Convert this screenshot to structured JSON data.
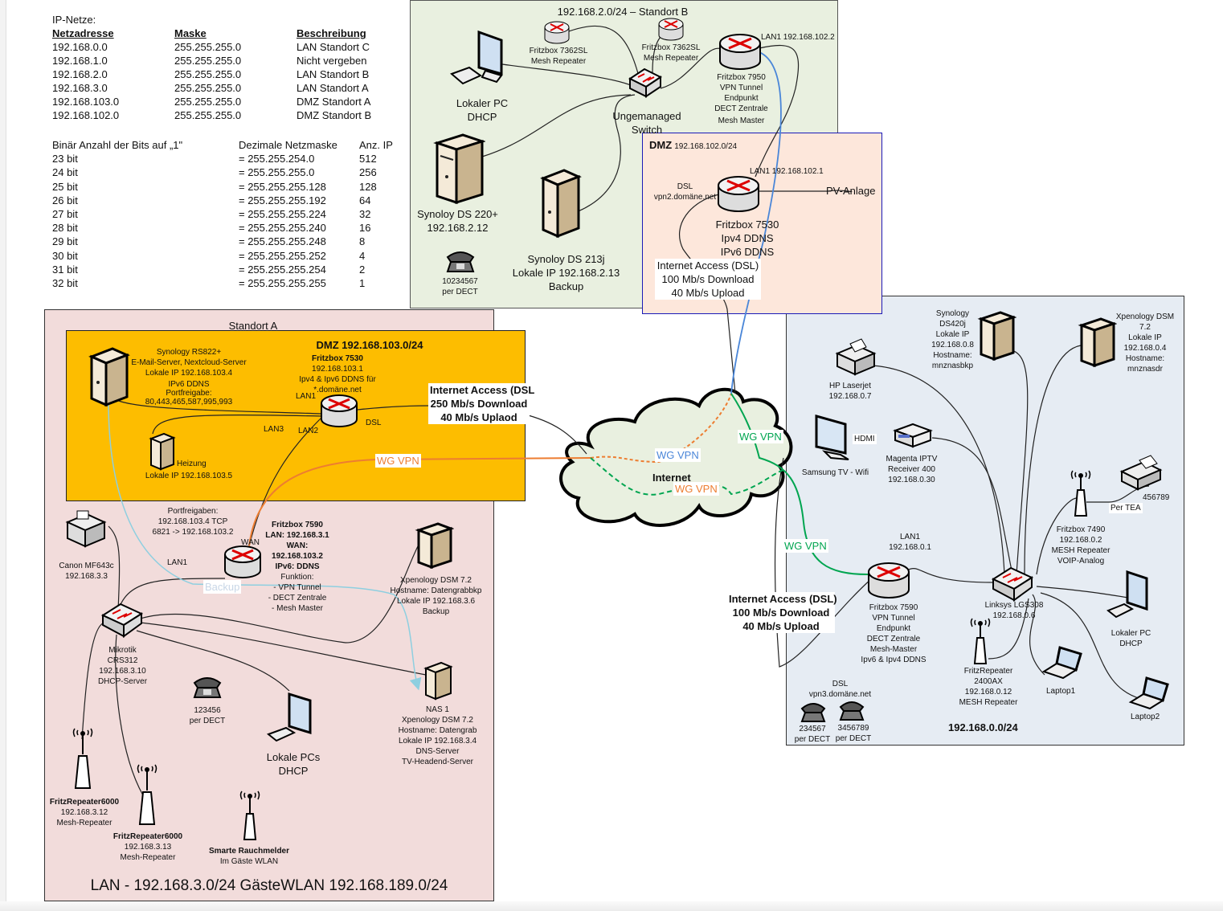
{
  "ip_table": {
    "title": "IP-Netze:",
    "headers": [
      "Netzadresse",
      "Maske",
      "Beschreibung"
    ],
    "rows": [
      [
        "192.168.0.0",
        "255.255.255.0",
        "LAN Standort C"
      ],
      [
        "192.168.1.0",
        "255.255.255.0",
        "Nicht vergeben"
      ],
      [
        "192.168.2.0",
        "255.255.255.0",
        "LAN Standort B"
      ],
      [
        "192.168.3.0",
        "255.255.255.0",
        "LAN Standort A"
      ],
      [
        "192.168.103.0",
        "255.255.255.0",
        "DMZ Standort A"
      ],
      [
        "192.168.102.0",
        "255.255.255.0",
        "DMZ Standort B"
      ]
    ]
  },
  "bits_table": {
    "headers": [
      "Binär Anzahl der Bits auf „1\"",
      "Dezimale Netzmaske",
      "Anz. IP"
    ],
    "rows": [
      [
        "23 bit",
        "= 255.255.254.0",
        "512"
      ],
      [
        "24 bit",
        "= 255.255.255.0",
        "256"
      ],
      [
        "25 bit",
        "= 255.255.255.128",
        "128"
      ],
      [
        "26 bit",
        "= 255.255.255.192",
        "64"
      ],
      [
        "27 bit",
        "= 255.255.255.224",
        "32"
      ],
      [
        "28 bit",
        "= 255.255.255.240",
        "16"
      ],
      [
        "29 bit",
        "= 255.255.255.248",
        "8"
      ],
      [
        "30 bit",
        "= 255.255.255.252",
        "4"
      ],
      [
        "31 bit",
        "= 255.255.255.254",
        "2"
      ],
      [
        "32 bit",
        "= 255.255.255.255",
        "1"
      ]
    ]
  },
  "standort_b": {
    "title": "192.168.2.0/24 – Standort B",
    "repeater1": [
      "Fritzbox 7362SL",
      "Mesh Repeater"
    ],
    "repeater2": [
      "Fritzbox 7362SL",
      "Mesh Repeater"
    ],
    "router": [
      "Fritzbox 7950",
      "VPN Tunnel",
      "Endpunkt",
      "DECT Zentrale",
      "Mesh Master"
    ],
    "router_lan": "LAN1 192.168.102.2",
    "pc": [
      "Lokaler PC",
      "DHCP"
    ],
    "switch": [
      "Ungemanaged",
      "Switch"
    ],
    "nas1": [
      "Synoloy DS 220+",
      "192.168.2.12"
    ],
    "nas2": [
      "Synoloy DS 213j",
      "Lokale IP 192.168.2.13",
      "Backup"
    ],
    "phone": [
      "10234567",
      "per DECT"
    ]
  },
  "dmz_b": {
    "title": "DMZ",
    "subnet": "192.168.102.0/24",
    "lan": "LAN1 192.168.102.1",
    "dsl": [
      "DSL",
      "vpn2.domäne.net"
    ],
    "pv": "PV-Anlage",
    "router": [
      "Fritzbox 7530",
      "Ipv4 DDNS",
      "IPv6 DDNS"
    ],
    "internet": [
      "Internet Access (DSL)",
      "100 Mb/s Download",
      "40 Mb/s Upload"
    ]
  },
  "standort_a": {
    "title": "Standort A",
    "footer": "LAN - 192.168.3.0/24 GästeWLAN 192.168.189.0/24",
    "dmz_title": "DMZ 192.168.103.0/24",
    "dmz_router": [
      "Fritzbox 7530",
      "192.168.103.1",
      "Ipv4 & Ipv6 DDNS für",
      "*.domäne.net"
    ],
    "rs822": [
      "Synology RS822+",
      "E-Mail-Server, Nextcloud-Server",
      "Lokale IP 192.168.103.4"
    ],
    "rs822_ports": [
      "IPv6 DDNS",
      "Portfreigabe:",
      "80,443,465,587,995,993"
    ],
    "heizung": [
      "Heizung",
      "Lokale IP 192.168.103.5"
    ],
    "port_labels": {
      "lan1": "LAN1",
      "lan2": "LAN2",
      "lan3": "LAN3",
      "dsl": "DSL",
      "wan": "WAN",
      "lan1b": "LAN1"
    },
    "internet": [
      "Internet Access (DSL",
      "250 Mb/s Download",
      "40 Mb/s Uplaod"
    ],
    "portfwd": [
      "Portfreigaben:",
      "192.168.103.4 TCP",
      "6821 -> 192.168.103.2"
    ],
    "router7590": [
      "Fritzbox 7590",
      "LAN: 192.168.3.1",
      "WAN:",
      "192.168.103.2",
      "IPv6: DDNS"
    ],
    "router7590_func": [
      "Funktion:",
      "- VPN Tunnel",
      "- DECT Zentrale",
      "- Mesh Master"
    ],
    "backup_label": "Backup",
    "canon": [
      "Canon MF643c",
      "192.168.3.3"
    ],
    "mikrotik": [
      "Mikrotik",
      "CRS312",
      "192.168.3.10",
      "DHCP-Server"
    ],
    "xpen_bkp": [
      "Xpenology DSM 7.2",
      "Hostname: Datengrabbkp",
      "Lokale IP 192.168.3.6",
      "Backup"
    ],
    "nas1": [
      "NAS 1",
      "Xpenology DSM 7.2",
      "Hostname: Datengrab",
      "Lokale IP 192.168.3.4",
      "DNS-Server",
      "TV-Headend-Server"
    ],
    "phone": [
      "123456",
      "per DECT"
    ],
    "pcs": [
      "Lokale PCs",
      "DHCP"
    ],
    "rep1": [
      "FritzRepeater6000",
      "192.168.3.12",
      "Mesh-Repeater"
    ],
    "rep2": [
      "FritzRepeater6000",
      "192.168.3.13",
      "Mesh-Repeater"
    ],
    "smoke": [
      "Smarte Rauchmelder",
      "Im Gäste WLAN"
    ]
  },
  "internet": {
    "label": "Internet",
    "vpn_labels": [
      "WG VPN",
      "WG VPN",
      "WG VPN",
      "WG VPN",
      "WG VPN"
    ]
  },
  "standort_c": {
    "subnet": "192.168.0.0/24",
    "ds420j": [
      "Synology",
      "DS420j",
      "Lokale IP",
      "192.168.0.8",
      "Hostname:",
      "mnznasbkp"
    ],
    "xpen": [
      "Xpenology DSM",
      "7.2",
      "Lokale IP",
      "192.168.0.4",
      "Hostname:",
      "mnznasdr"
    ],
    "hp": [
      "HP Laserjet",
      "192.168.0.7"
    ],
    "tv": "Samsung TV - Wifi",
    "hdmi": "HDMI",
    "iptv": [
      "Magenta IPTV",
      "Receiver 400",
      "192.168.0.30"
    ],
    "fax": "456789",
    "per_tea": "Per TEA",
    "fb7490": [
      "Fritzbox 7490",
      "192.168.0.2",
      "MESH Repeater",
      "VOIP-Analog"
    ],
    "lan1": [
      "LAN1",
      "192.168.0.1"
    ],
    "fb7590": [
      "Fritzbox 7590",
      "VPN Tunnel",
      "Endpunkt",
      "DECT Zentrale",
      "Mesh-Master",
      "Ipv6 & Ipv4 DDNS"
    ],
    "internet": [
      "Internet Access (DSL)",
      "100 Mb/s Download",
      "40 Mb/s Upload"
    ],
    "switch": [
      "Linksys LGS308",
      "192.168.0.6"
    ],
    "repeater": [
      "FritzRepeater",
      "2400AX",
      "192.168.0.12",
      "MESH Repeater"
    ],
    "pc": [
      "Lokaler PC",
      "DHCP"
    ],
    "laptop1": "Laptop1",
    "laptop2": "Laptop2",
    "dsl": [
      "DSL",
      "vpn3.domäne.net"
    ],
    "phone1": [
      "234567",
      "per DECT"
    ],
    "phone2": [
      "3456789",
      "per DECT"
    ]
  },
  "colors": {
    "vpn_orange": "#ed7d31",
    "vpn_green": "#00a550",
    "vpn_blue": "#4a86d8",
    "backup_blue": "#8ecfe0",
    "dmz_a": "#fdbd00",
    "zone_b": "#e9f0e0",
    "zone_a": "#f2dcdb",
    "zone_c": "#e6ecf3",
    "dmz_b": "#fde7db"
  }
}
